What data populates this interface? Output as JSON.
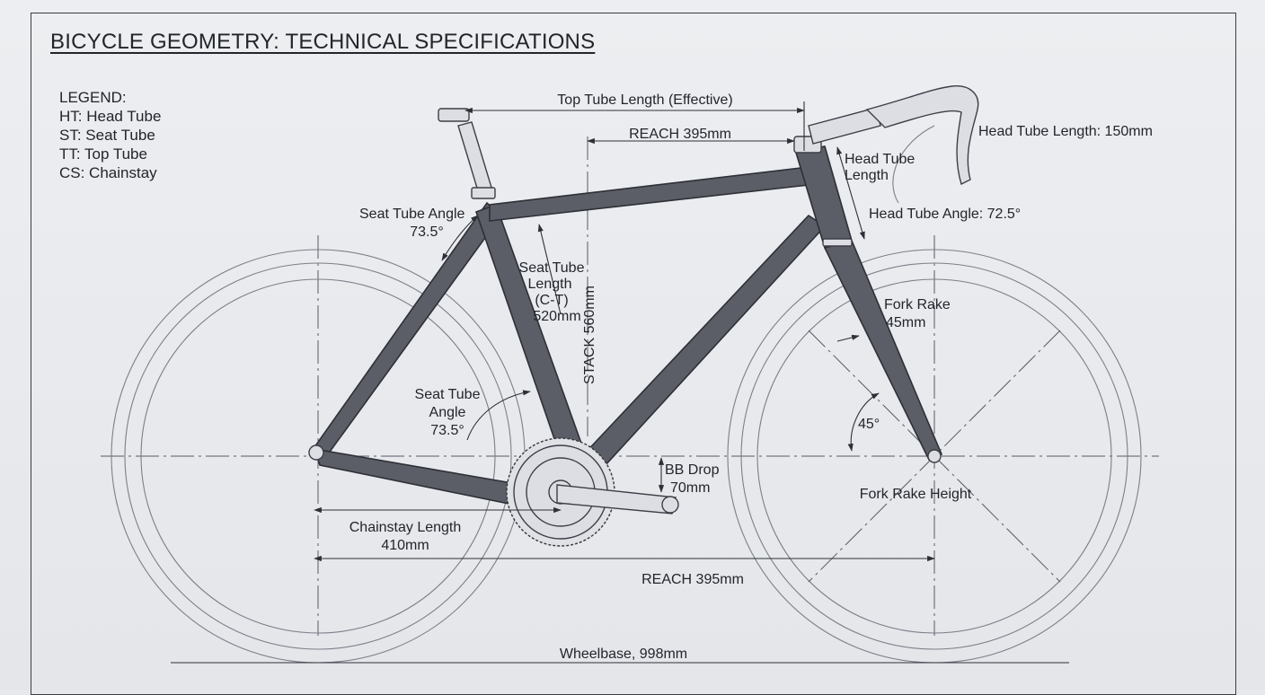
{
  "title": "BICYCLE GEOMETRY: TECHNICAL SPECIFICATIONS",
  "legend": {
    "heading": "LEGEND:",
    "items": [
      "HT: Head Tube",
      "ST: Seat Tube",
      "TT: Top Tube",
      "CS: Chainstay"
    ]
  },
  "labels": {
    "top_tube_length": "Top Tube Length (Effective)",
    "reach_top": "REACH 395mm",
    "head_tube_length_value": "Head Tube Length: 150mm",
    "head_tube_length_line1": "Head Tube",
    "head_tube_length_line2": "Length",
    "head_tube_angle": "Head Tube Angle: 72.5°",
    "seat_tube_angle_top_line1": "Seat Tube Angle",
    "seat_tube_angle_top_line2": "73.5°",
    "seat_tube_length_line1": "Seat Tube",
    "seat_tube_length_line2": "Length",
    "seat_tube_length_line3": "(C-T)",
    "seat_tube_length_line4": "520mm",
    "stack": "STACK 560mm",
    "seat_tube_angle_low_line1": "Seat Tube",
    "seat_tube_angle_low_line2": "Angle",
    "seat_tube_angle_low_line3": "73.5°",
    "fork_rake_line1": "Fork Rake",
    "fork_rake_line2": "45mm",
    "angle_45": "45°",
    "bb_drop_line1": "BB Drop",
    "bb_drop_line2": "70mm",
    "fork_rake_height": "Fork Rake Height",
    "chainstay_line1": "Chainstay Length",
    "chainstay_line2": "410mm",
    "reach_bottom": "REACH 395mm",
    "wheelbase": "Wheelbase, 998mm"
  }
}
